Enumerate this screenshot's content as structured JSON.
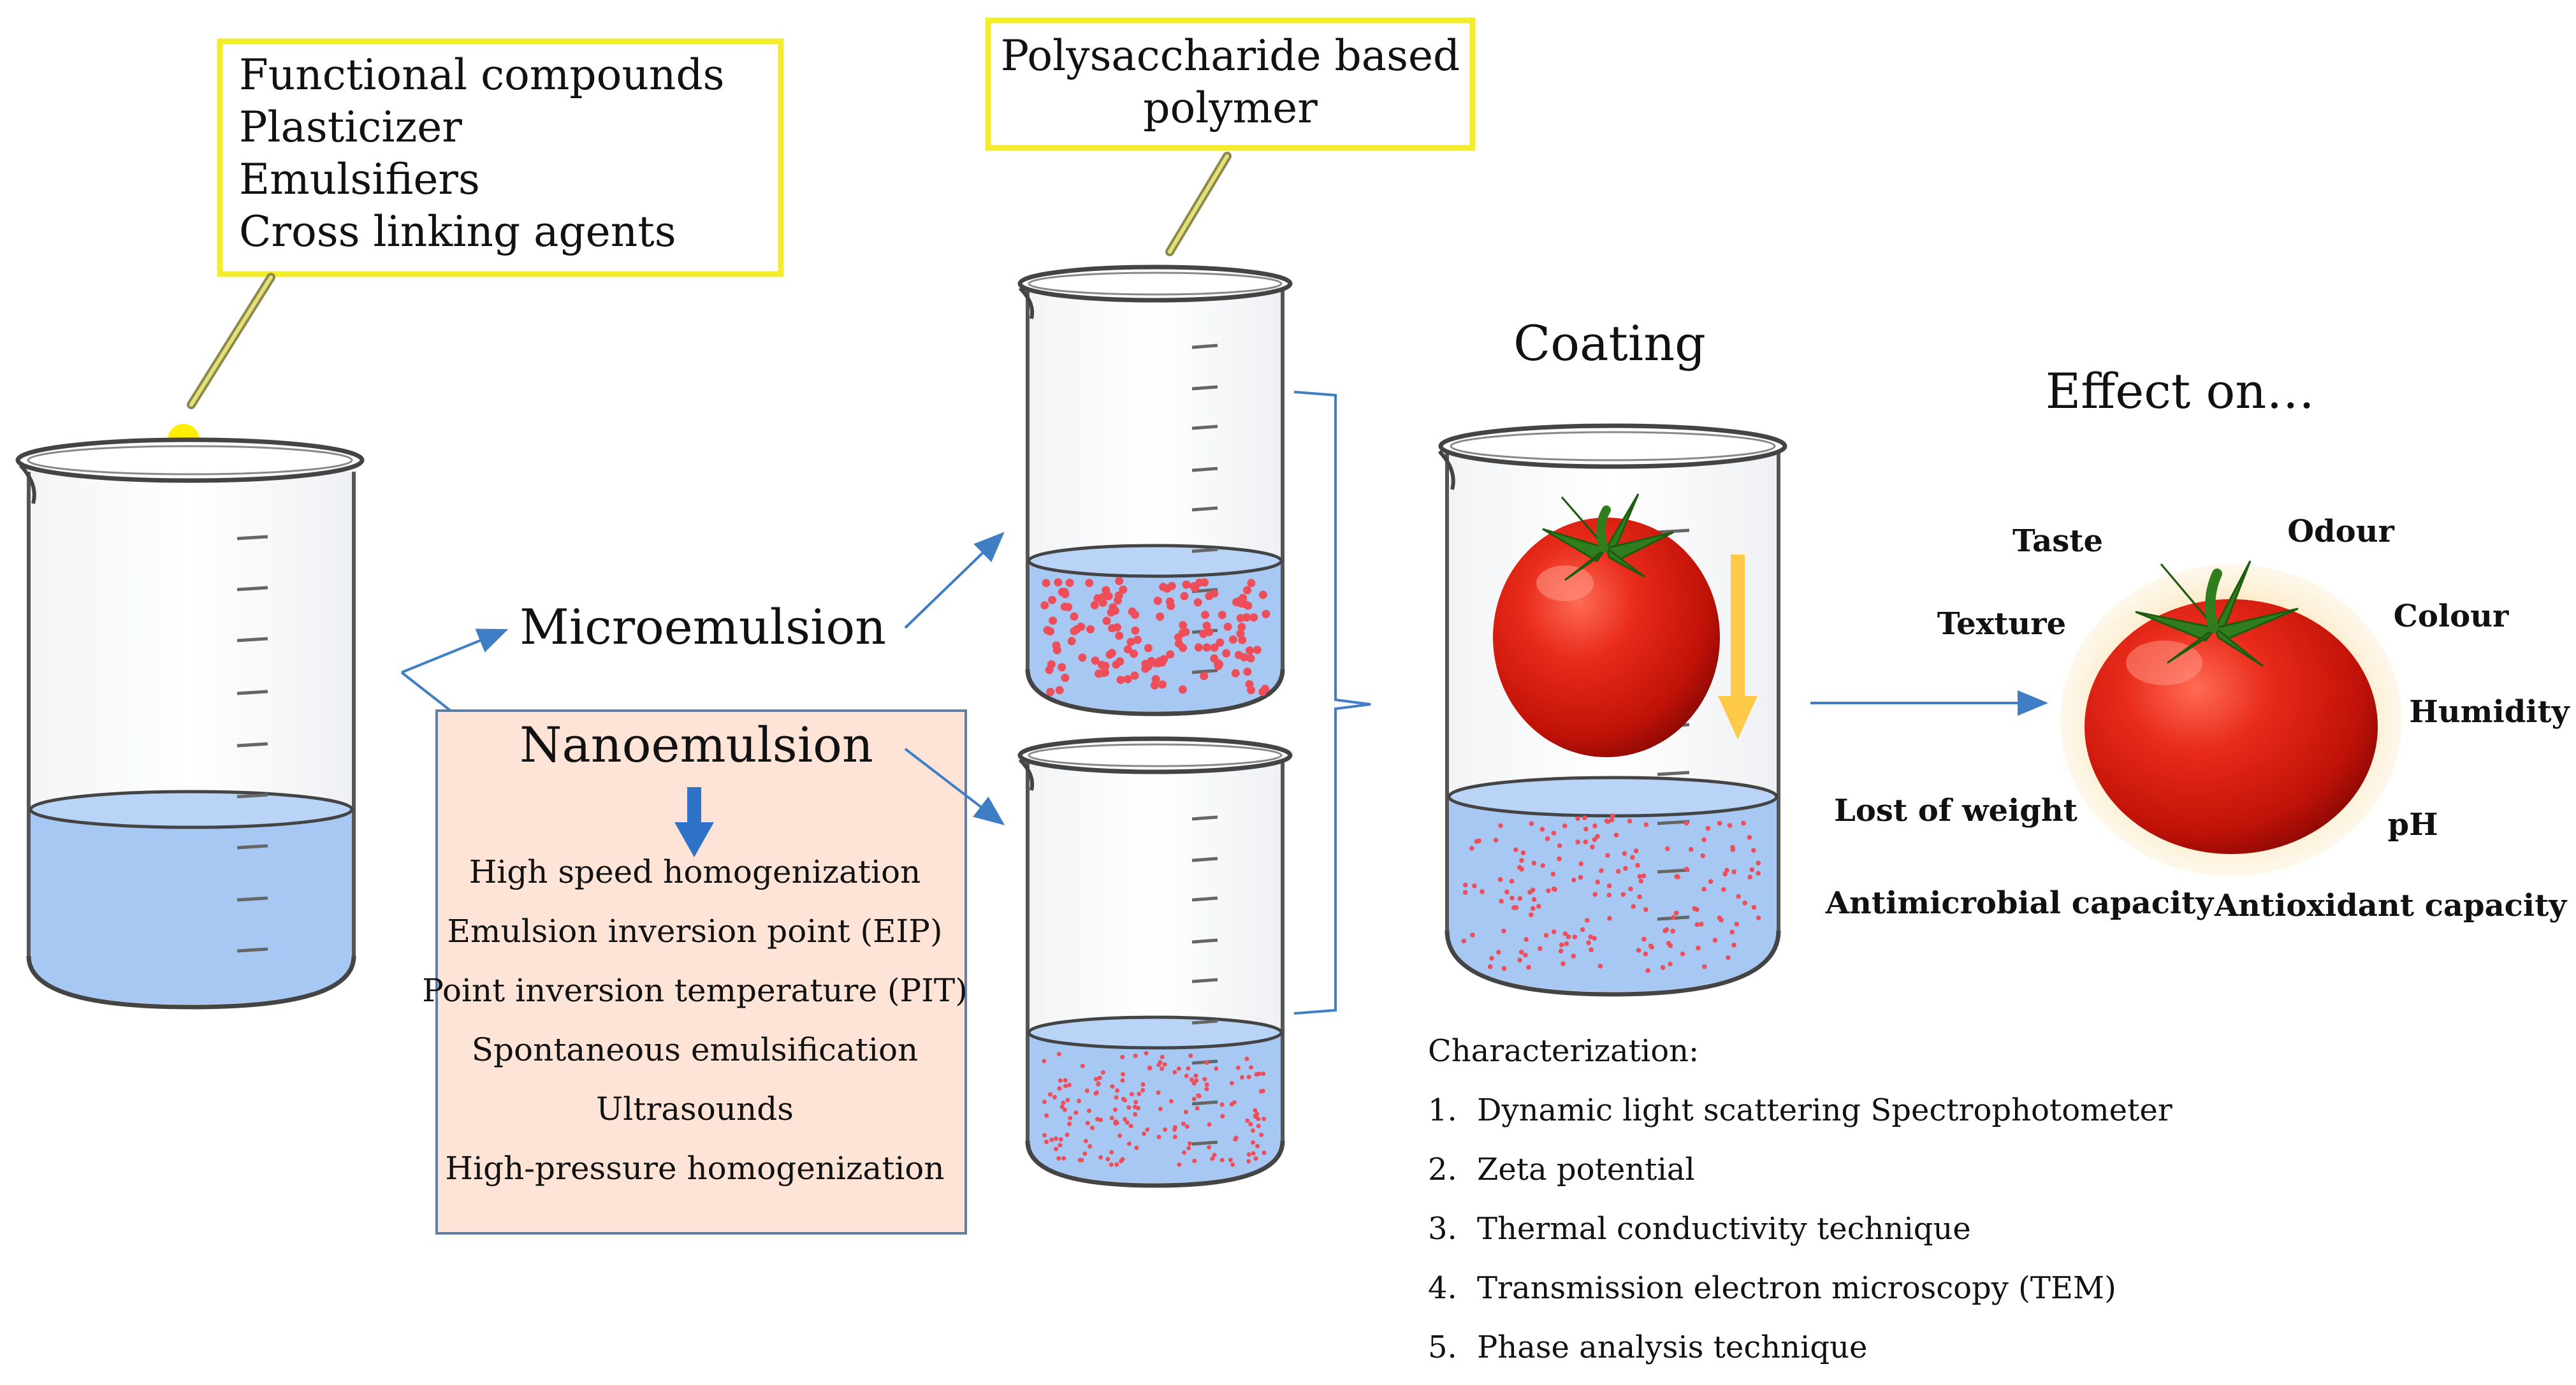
{
  "ingredients_box": {
    "lines": [
      "Functional compounds",
      "Plasticizer",
      "Emulsifiers",
      "Cross linking agents"
    ]
  },
  "polymer_box": {
    "lines": [
      "Polysaccharide based",
      "polymer"
    ]
  },
  "microemulsion_label": "Microemulsion",
  "nanoemulsion": {
    "label": "Nanoemulsion",
    "methods": [
      "High speed  homogenization",
      "Emulsion  inversion  point  (EIP)",
      "Point  inversion  temperature  (PIT)",
      "Spontaneous  emulsification",
      "Ultrasounds",
      "High-pressure  homogenization"
    ]
  },
  "coating_label": "Coating",
  "characterization": {
    "title": "Characterization:",
    "items": [
      {
        "num": "1.",
        "text": "Dynamic  light  scattering  Spectrophotometer"
      },
      {
        "num": "2.",
        "text": "Zeta  potential"
      },
      {
        "num": "3.",
        "text": "Thermal  conductivity  technique"
      },
      {
        "num": "4.",
        "text": "Transmission  electron  microscopy  (TEM)"
      },
      {
        "num": "5.",
        "text": "Phase  analysis  technique"
      }
    ]
  },
  "effect": {
    "title": "Effect on…",
    "properties": {
      "taste": "Taste",
      "odour": "Odour",
      "texture": "Texture",
      "colour": "Colour",
      "humidity": "Humidity",
      "lost_weight": "Lost of weight",
      "ph": "pH",
      "antimicrobial": "Antimicrobial capacity",
      "antioxidant": "Antioxidant capacity"
    }
  },
  "colors": {
    "label_box_border": "#f2ec2a",
    "liquid": "#a6c8f2",
    "particle": "#ee4d5a",
    "drop": "#ffee00",
    "arrow": "#3f7ec4",
    "down_arrow_blue": "#2f73c9",
    "down_arrow_orange": "#ffc94a",
    "nano_box_fill": "#fde4d6",
    "nano_box_border": "#5f7ea6",
    "tomato": "#d81a10",
    "aura": "#fbe8c0"
  }
}
